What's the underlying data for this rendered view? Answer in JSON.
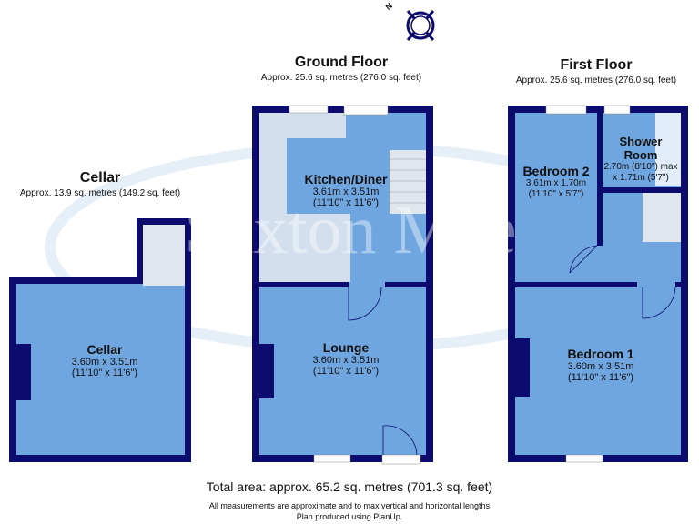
{
  "watermark": "Saxton Mee",
  "compass": {
    "label": "N"
  },
  "floors": {
    "cellar": {
      "title": "Cellar",
      "area": "Approx. 13.9 sq. metres (149.2 sq. feet)"
    },
    "ground": {
      "title": "Ground Floor",
      "area": "Approx. 25.6 sq. metres (276.0 sq. feet)"
    },
    "first": {
      "title": "First Floor",
      "area": "Approx. 25.6 sq. metres (276.0 sq. feet)"
    }
  },
  "rooms": {
    "cellar": {
      "name": "Cellar",
      "metric": "3.60m x 3.51m",
      "imperial": "(11'10\" x 11'6\")"
    },
    "kitchen": {
      "name": "Kitchen/Diner",
      "metric": "3.61m x 3.51m",
      "imperial": "(11'10\" x 11'6\")"
    },
    "lounge": {
      "name": "Lounge",
      "metric": "3.60m x 3.51m",
      "imperial": "(11'10\" x 11'6\")"
    },
    "bedroom2": {
      "name": "Bedroom 2",
      "metric": "3.61m x 1.70m",
      "imperial": "(11'10\" x 5'7\")"
    },
    "shower": {
      "name_line1": "Shower",
      "name_line2": "Room",
      "metric": "2.70m (8'10\") max",
      "imperial": "x 1.71m (5'7\")"
    },
    "bedroom1": {
      "name": "Bedroom 1",
      "metric": "3.60m x 3.51m",
      "imperial": "(11'10\" x 11'6\")"
    }
  },
  "footer": {
    "total": "Total area: approx. 65.2 sq. metres (701.3 sq. feet)",
    "note1": "All measurements are approximate and to max vertical and horizontal lengths",
    "note2": "Plan produced using PlanUp."
  },
  "colors": {
    "wall": "#0c0c6e",
    "room": "#6fa6e0",
    "room_dark": "#5a95d6"
  }
}
